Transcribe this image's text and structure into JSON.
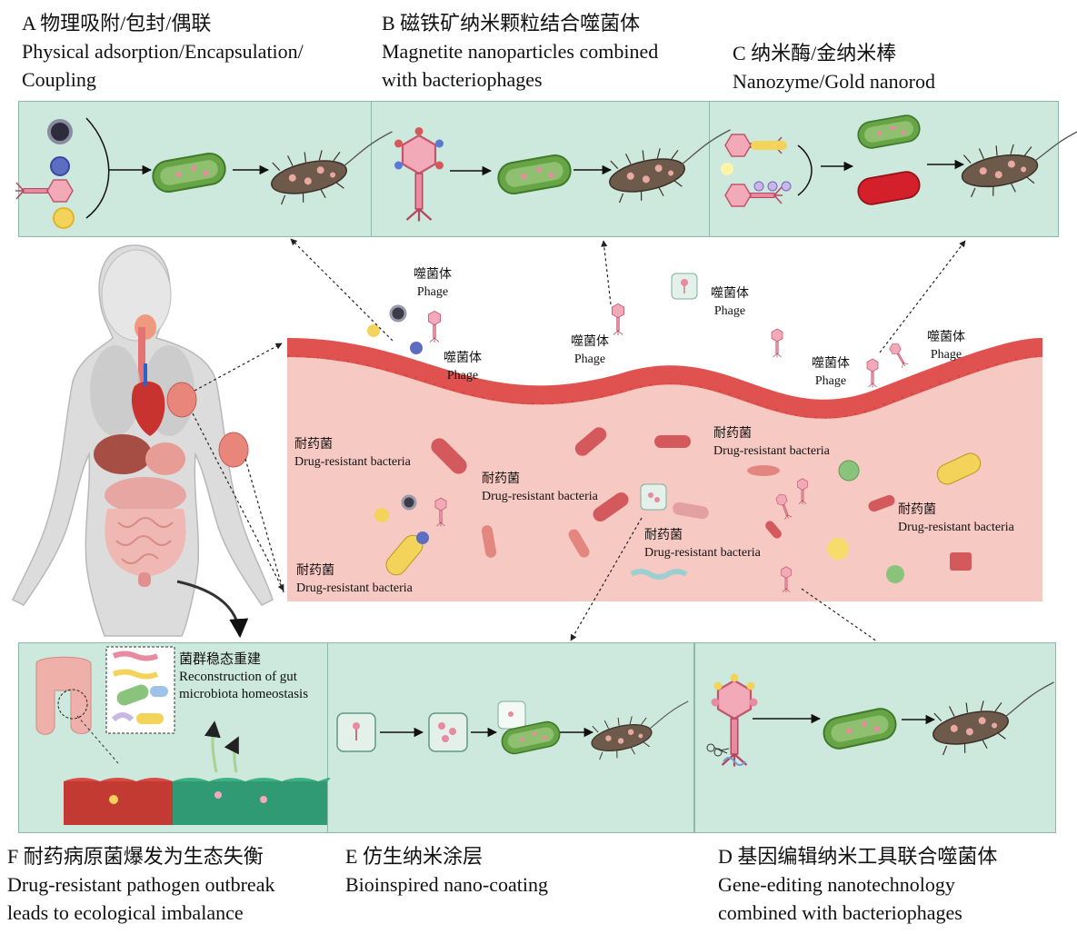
{
  "captions": {
    "a": {
      "zh": "A 物理吸附/包封/偶联",
      "en1": "Physical adsorption/Encapsulation/",
      "en2": "Coupling"
    },
    "b": {
      "zh": "B 磁铁矿纳米颗粒结合噬菌体",
      "en1": "Magnetite nanoparticles combined",
      "en2": "with bacteriophages"
    },
    "c": {
      "zh": "C 纳米酶/金纳米棒",
      "en1": "Nanozyme/Gold nanorod"
    },
    "f": {
      "zh": "F 耐药病原菌爆发为生态失衡",
      "en1": "Drug-resistant pathogen outbreak",
      "en2": "leads to ecological imbalance"
    },
    "e": {
      "zh": "E 仿生纳米涂层",
      "en1": "Bioinspired nano-coating"
    },
    "d": {
      "zh": "D 基因编辑纳米工具联合噬菌体",
      "en1": "Gene-editing nanotechnology",
      "en2": "combined with bacteriophages"
    }
  },
  "phage_labels": [
    {
      "zh": "噬菌体",
      "en": "Phage"
    },
    {
      "zh": "噬菌体",
      "en": "Phage"
    },
    {
      "zh": "噬菌体",
      "en": "Phage"
    },
    {
      "zh": "噬菌体",
      "en": "Phage"
    },
    {
      "zh": "噬菌体",
      "en": "Phage"
    },
    {
      "zh": "噬菌体",
      "en": "Phage"
    }
  ],
  "bacteria_labels": [
    {
      "zh": "耐药菌",
      "en": "Drug-resistant bacteria"
    },
    {
      "zh": "耐药菌",
      "en": "Drug-resistant bacteria"
    },
    {
      "zh": "耐药菌",
      "en": "Drug-resistant bacteria"
    },
    {
      "zh": "耐药菌",
      "en": "Drug-resistant bacteria"
    },
    {
      "zh": "耐药菌",
      "en": "Drug-resistant bacteria"
    },
    {
      "zh": "耐药菌",
      "en": "Drug-resistant bacteria"
    }
  ],
  "microbiota": {
    "zh": "菌群稳态重建",
    "en1": "Reconstruction of gut",
    "en2": "microbiota homeostasis"
  },
  "colors": {
    "panel": "#cde8dd",
    "tissue": "#f7c9c3",
    "epithelium": "#e9615f",
    "bacterium": "#5f9a43",
    "dead_bacterium": "#6d5a4a"
  },
  "icons": [
    "human-body-icon",
    "intestine-icon",
    "phage-icon",
    "bacterium-icon",
    "dead-bacterium-icon",
    "nanoparticle-icon",
    "scissors-icon"
  ]
}
